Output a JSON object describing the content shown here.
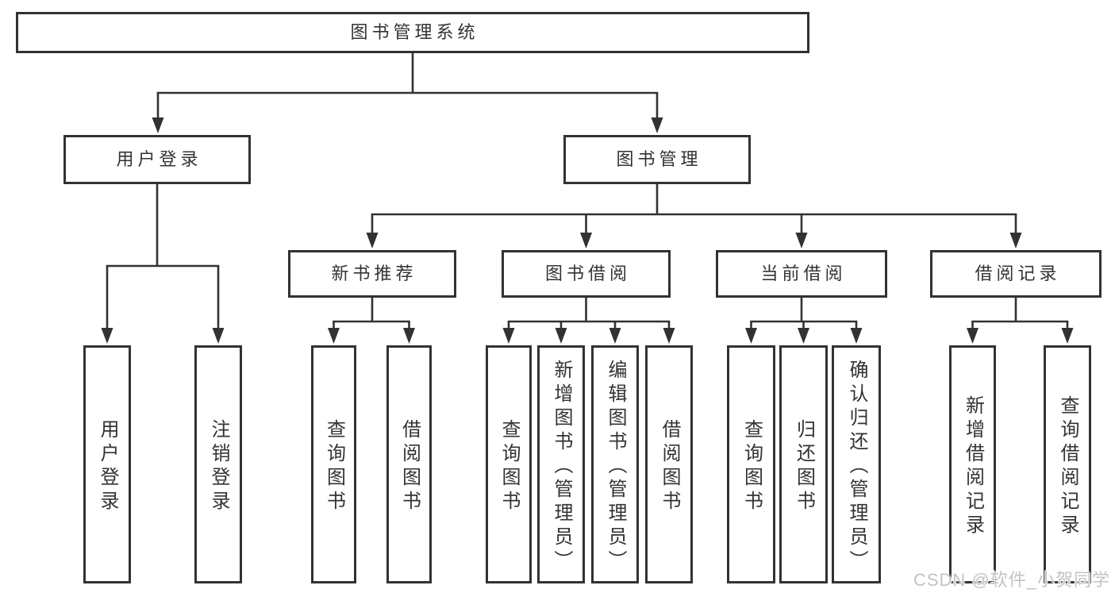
{
  "diagram_title": "图书管理系统",
  "tree": {
    "label": "图书管理系统",
    "children": [
      {
        "label": "用户登录",
        "children": [
          {
            "label": "用户登录"
          },
          {
            "label": "注销登录"
          }
        ]
      },
      {
        "label": "图书管理",
        "children": [
          {
            "label": "新书推荐",
            "children": [
              {
                "label": "查询图书"
              },
              {
                "label": "借阅图书"
              }
            ]
          },
          {
            "label": "图书借阅",
            "children": [
              {
                "label": "查询图书"
              },
              {
                "label": "新增图书（管理员）"
              },
              {
                "label": "编辑图书（管理员）"
              },
              {
                "label": "借阅图书"
              }
            ]
          },
          {
            "label": "当前借阅",
            "children": [
              {
                "label": "查询图书"
              },
              {
                "label": "归还图书"
              },
              {
                "label": "确认归还（管理员）"
              }
            ]
          },
          {
            "label": "借阅记录",
            "children": [
              {
                "label": "新增借阅记录"
              },
              {
                "label": "查询借阅记录"
              }
            ]
          }
        ]
      }
    ]
  },
  "watermark": {
    "text": "CSDN @软件_小贺同学"
  },
  "colors": {
    "line": "#323232",
    "box_border": "#323232",
    "text": "#333333",
    "watermark": "#c3c3c3",
    "background": "#ffffff"
  }
}
